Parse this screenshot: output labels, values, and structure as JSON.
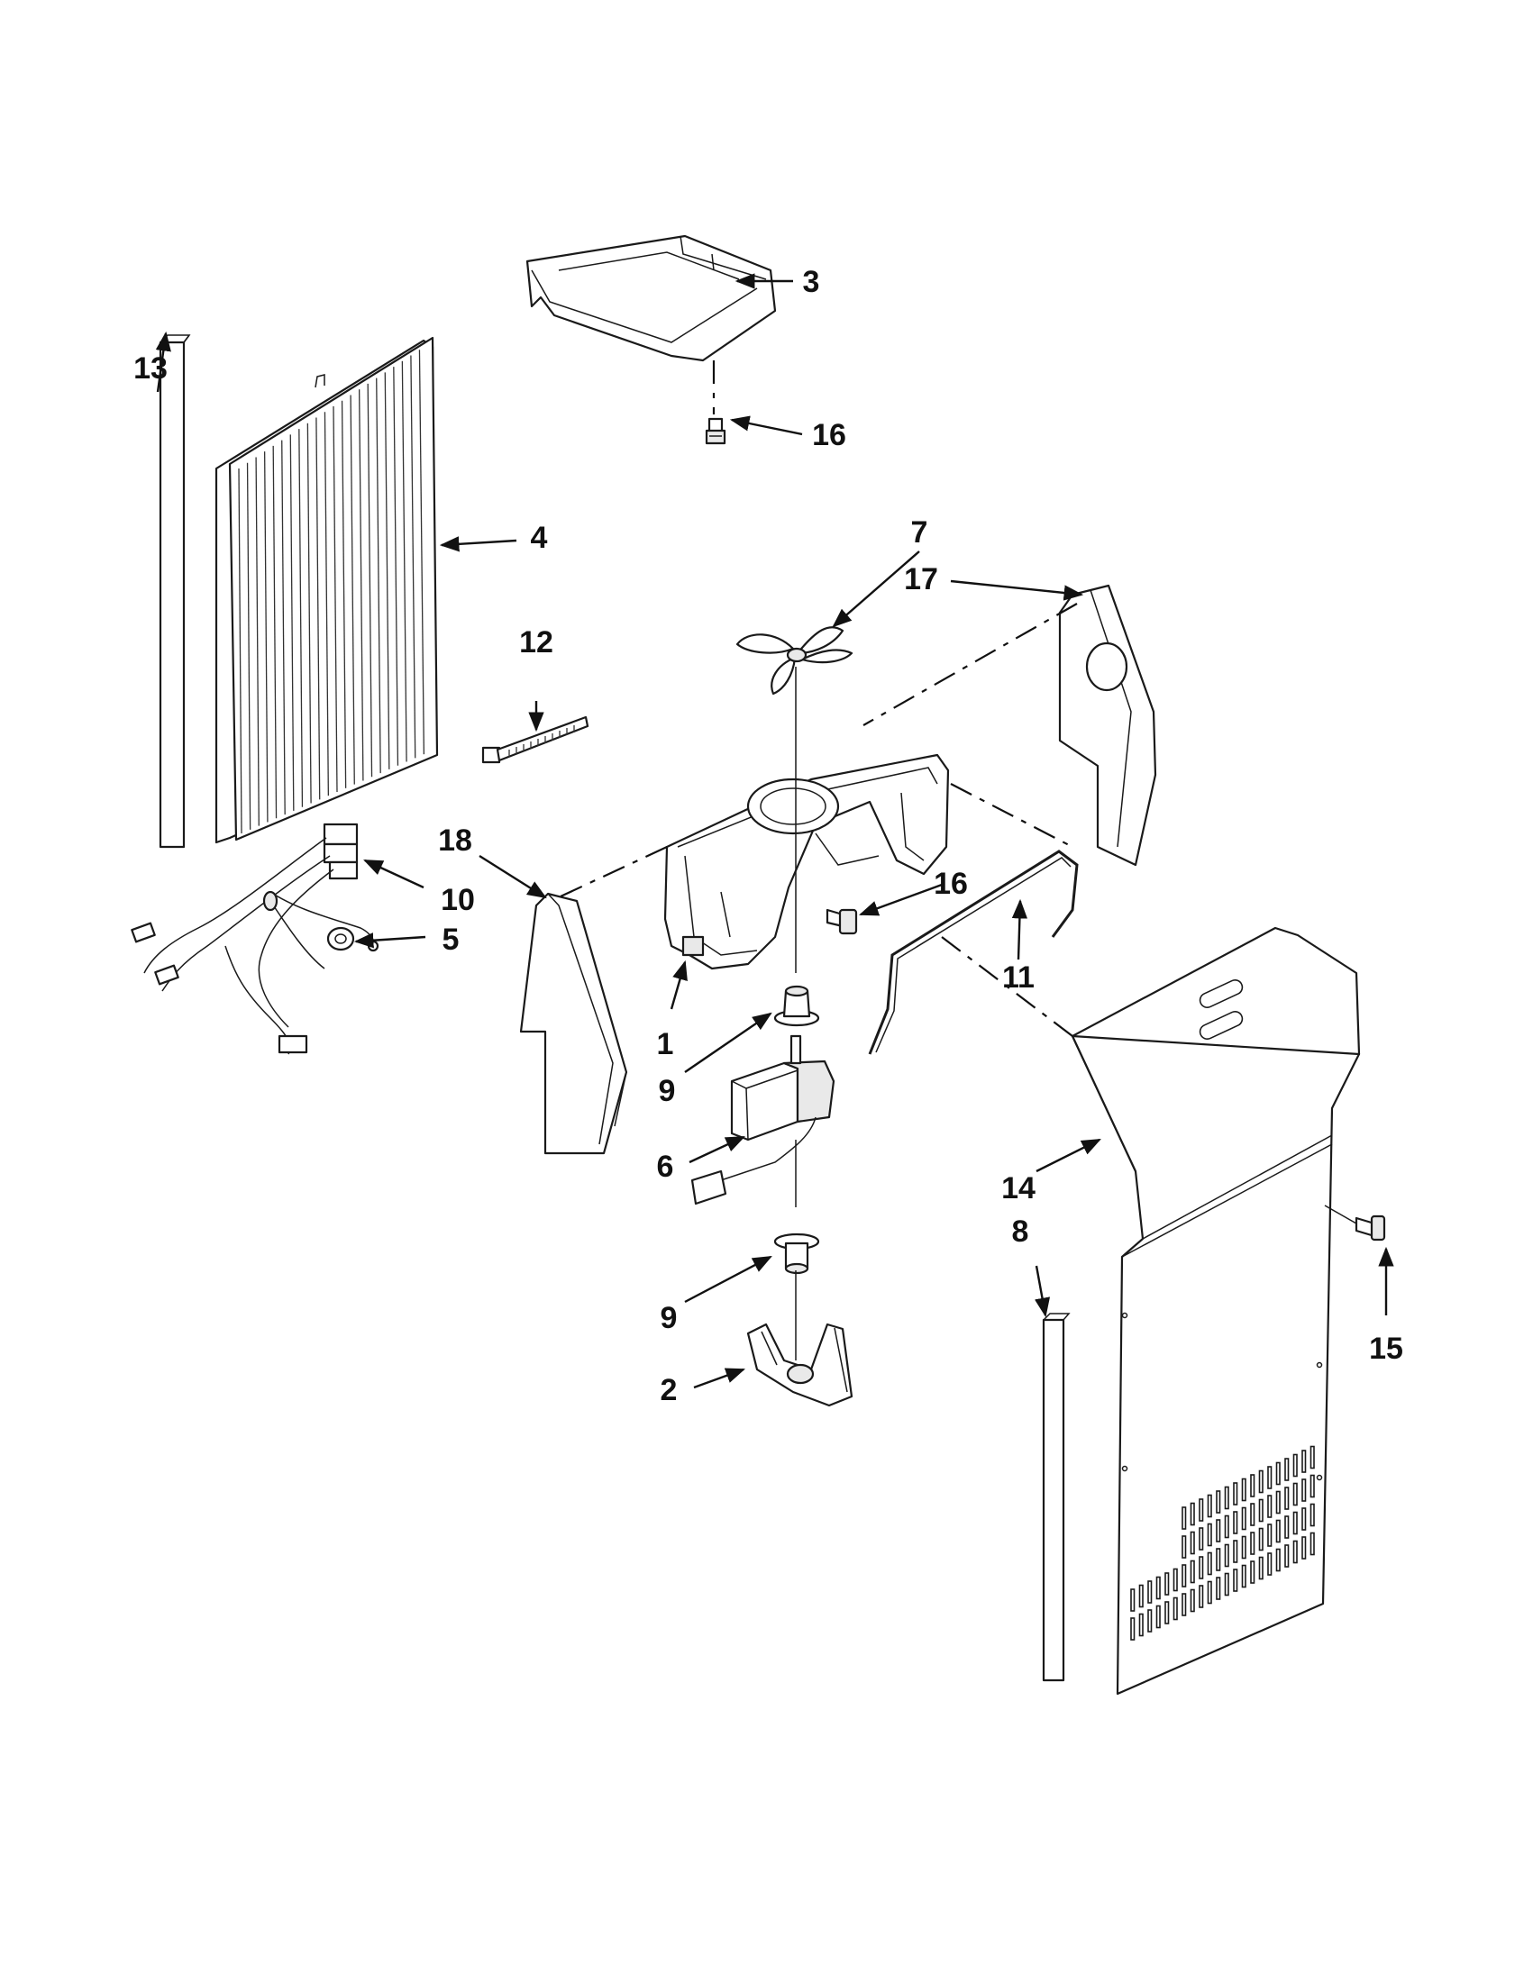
{
  "diagram": {
    "callouts": {
      "c1": "1",
      "c2": "2",
      "c3": "3",
      "c4": "4",
      "c5": "5",
      "c6": "6",
      "c7": "7",
      "c8": "8",
      "c9a": "9",
      "c9b": "9",
      "c10": "10",
      "c11": "11",
      "c12": "12",
      "c13": "13",
      "c14": "14",
      "c15": "15",
      "c16a": "16",
      "c16b": "16",
      "c17": "17",
      "c18": "18"
    },
    "colors": {
      "ink": "#1a1a1a",
      "paper": "#ffffff"
    }
  }
}
